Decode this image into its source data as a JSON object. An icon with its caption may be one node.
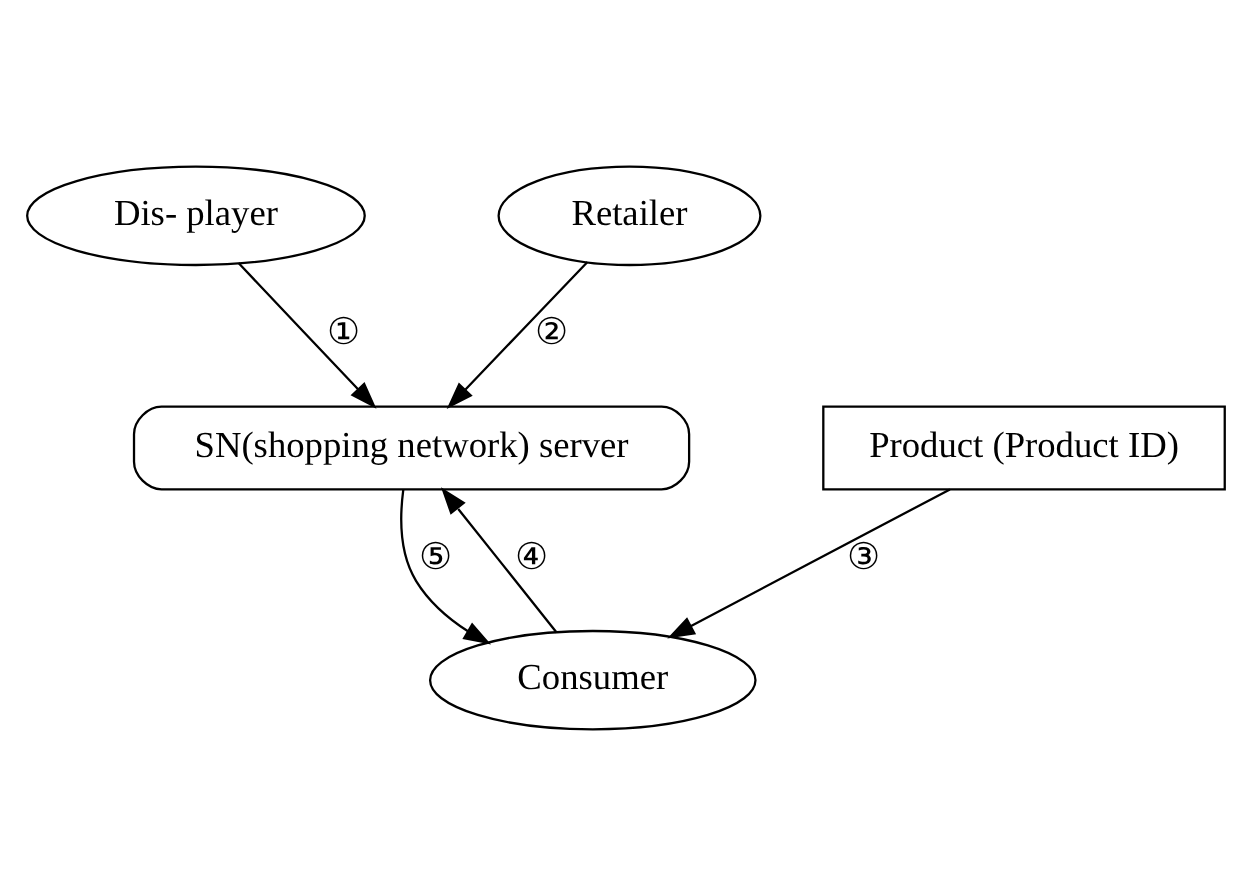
{
  "diagram": {
    "nodes": [
      {
        "text": [
          "Dis- player"
        ]
      },
      {
        "text": [
          "Retailer"
        ]
      },
      {
        "text": [
          "SN(shopping network) server"
        ]
      },
      {
        "text": [
          "Product (Product ID)"
        ]
      },
      {
        "text": [
          "Consumer"
        ]
      }
    ],
    "edges": [
      {
        "from": 0,
        "to": 2,
        "arrow": "to",
        "label": "①"
      },
      {
        "from": 1,
        "to": 2,
        "arrow": "to",
        "label": "②"
      },
      {
        "from": 3,
        "to": 4,
        "arrow": "to",
        "label": "③"
      },
      {
        "from": 4,
        "to": 2,
        "arrow": "to",
        "label": "④"
      },
      {
        "from": 2,
        "to": 4,
        "arrow": "to",
        "label": "⑤"
      }
    ]
  }
}
